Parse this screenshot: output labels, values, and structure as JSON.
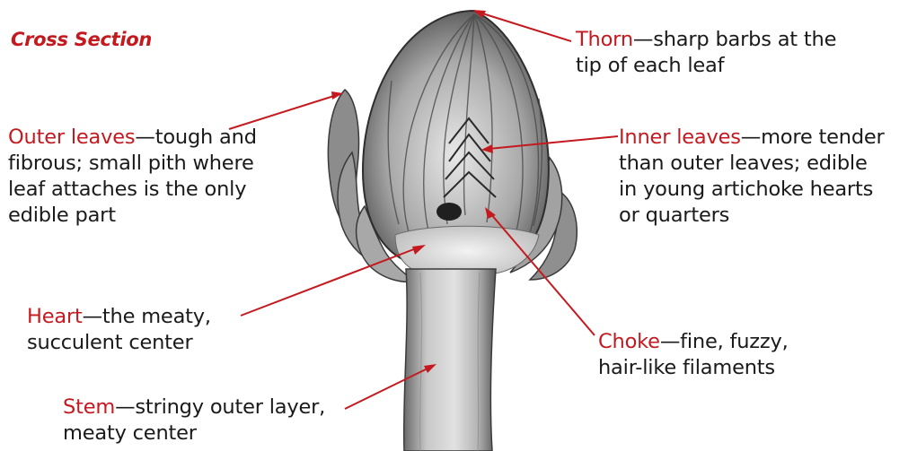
{
  "title": "Cross Section",
  "colors": {
    "accent": "#c41a1f",
    "text": "#1a1a1a"
  },
  "labels": {
    "thorn": {
      "term": "Thorn",
      "desc": "—sharp barbs at the\ntip of each leaf"
    },
    "outer_leaves": {
      "term": "Outer leaves",
      "desc": "—tough and\nfibrous; small pith where\nleaf attaches is the only\nedible part"
    },
    "inner_leaves": {
      "term": "Inner leaves",
      "desc": "—more tender\nthan outer leaves; edible\nin young artichoke hearts\nor quarters"
    },
    "heart": {
      "term": "Heart",
      "desc": "—the meaty,\nsucculent center"
    },
    "choke": {
      "term": "Choke",
      "desc": "—fine, fuzzy,\nhair-like filaments"
    },
    "stem": {
      "term": "Stem",
      "desc": "—stringy outer layer,\nmeaty center"
    }
  },
  "illustration": "artichoke-cross-section"
}
